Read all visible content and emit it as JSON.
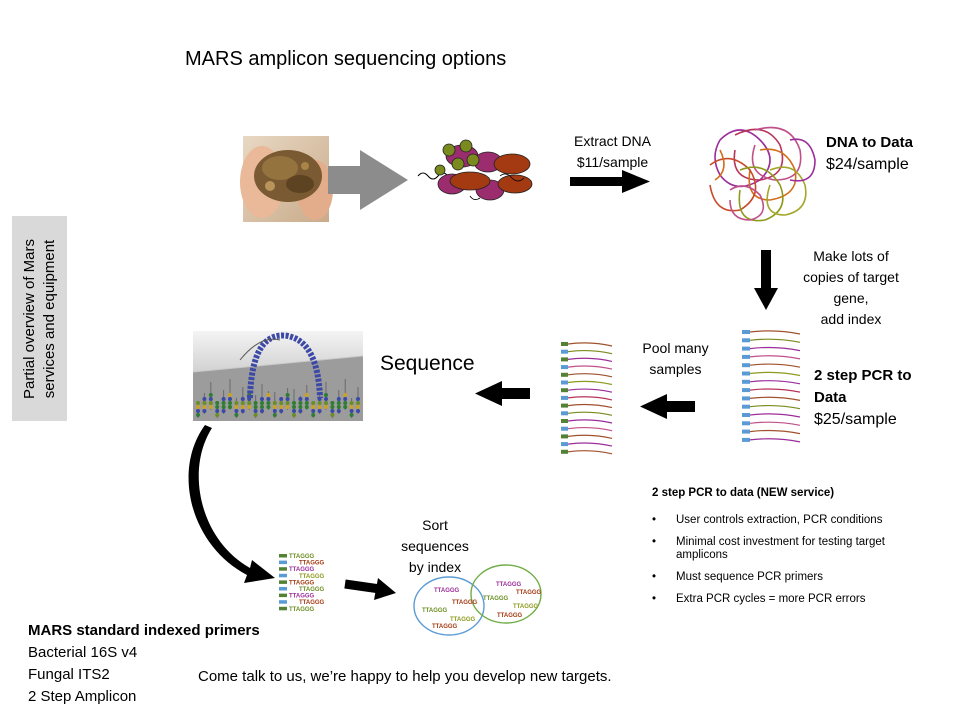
{
  "title": "MARS amplicon sequencing options",
  "side_label": [
    "Partial overview of Mars",
    "services and equipment"
  ],
  "steps": {
    "extract": [
      "Extract DNA",
      "$11/sample"
    ],
    "dna_to_data": {
      "name": "DNA to Data",
      "price": "$24/sample"
    },
    "copies": [
      "Make lots of",
      "copies of target",
      "gene,",
      "add index"
    ],
    "pcr_to_data": {
      "name": [
        "2 step PCR to",
        "Data"
      ],
      "price": "$25/sample"
    },
    "pool": [
      "Pool many",
      "samples"
    ],
    "sequence": "Sequence",
    "sort": [
      "Sort",
      "sequences",
      "by index"
    ]
  },
  "index_tag": "TTAGGG",
  "pcr_service": {
    "heading": "2 step PCR to data (NEW service)",
    "bullets": [
      "User controls extraction, PCR conditions",
      "Minimal cost investment for testing target amplicons",
      "Must sequence PCR primers",
      "Extra PCR cycles = more PCR errors"
    ]
  },
  "primers": {
    "heading": "MARS standard indexed primers",
    "items": [
      "Bacterial 16S v4",
      "Fungal ITS2",
      "2 Step Amplicon"
    ]
  },
  "footer": "Come talk to us, we’re happy to help you develop new targets.",
  "colors": {
    "arrow": "#000000",
    "gray_arrow": "#8c8c8c",
    "cell_purple": "#9b2d6e",
    "cell_brown": "#a33a12",
    "cell_olive": "#7a8a1e",
    "tag_blue": "#5b9bd5"
  }
}
